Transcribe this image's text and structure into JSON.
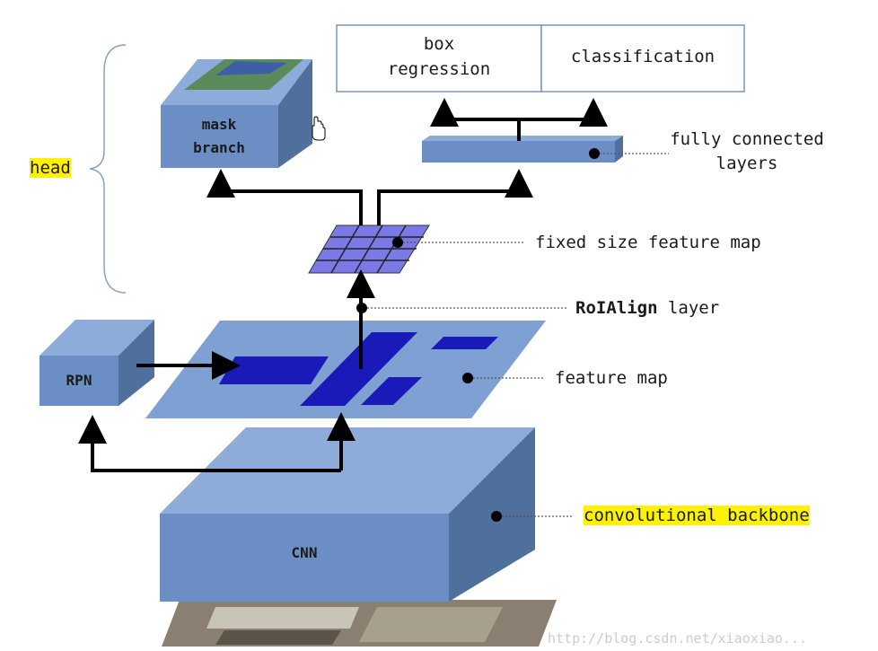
{
  "labels": {
    "head": "head",
    "box_regression_line1": "box",
    "box_regression_line2": "regression",
    "classification": "classification",
    "fully_connected_line1": "fully connected",
    "fully_connected_line2": "layers",
    "fixed_size_feature_map": "fixed size feature map",
    "roialign_bold": "RoIAlign",
    "roialign_rest": " layer",
    "feature_map": "feature map",
    "convolutional_backbone": "convolutional backbone",
    "mask_branch_line1": "mask",
    "mask_branch_line2": "branch",
    "rpn": "RPN",
    "cnn": "CNN",
    "watermark": "http://blog.csdn.net/xiaoxiao..."
  },
  "colors": {
    "box_front": "#6b8fc5",
    "box_top": "#8eacd9",
    "box_side": "#4a6e9e",
    "feature_map": "#7ea0d2",
    "roi_dark": "#1a1ab8",
    "grid_fill": "#7a7ae6",
    "highlight": "#fff200"
  },
  "icons": {
    "cursor": "hand-cursor-icon"
  }
}
